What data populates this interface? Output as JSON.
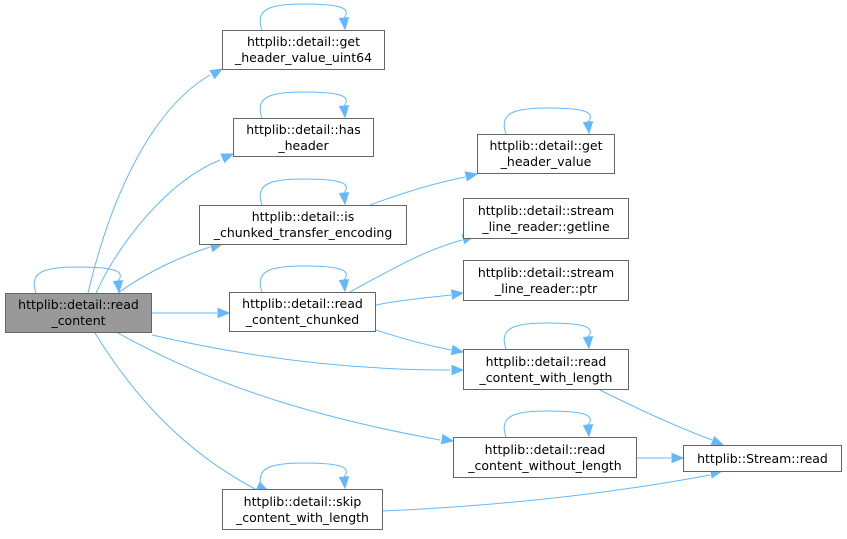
{
  "diagram": {
    "type": "call-graph",
    "edge_color": "#63b8ff",
    "nodes": [
      {
        "id": "read_content",
        "line1": "httplib::detail::read",
        "line2": "_content",
        "root": true
      },
      {
        "id": "get_header_value_uint64",
        "line1": "httplib::detail::get",
        "line2": "_header_value_uint64"
      },
      {
        "id": "has_header",
        "line1": "httplib::detail::has",
        "line2": "_header"
      },
      {
        "id": "is_chunked_transfer_encoding",
        "line1": "httplib::detail::is",
        "line2": "_chunked_transfer_encoding"
      },
      {
        "id": "get_header_value",
        "line1": "httplib::detail::get",
        "line2": "_header_value"
      },
      {
        "id": "read_content_chunked",
        "line1": "httplib::detail::read",
        "line2": "_content_chunked"
      },
      {
        "id": "stream_line_reader_getline",
        "line1": "httplib::detail::stream",
        "line2": "_line_reader::getline"
      },
      {
        "id": "stream_line_reader_ptr",
        "line1": "httplib::detail::stream",
        "line2": "_line_reader::ptr"
      },
      {
        "id": "read_content_with_length",
        "line1": "httplib::detail::read",
        "line2": "_content_with_length"
      },
      {
        "id": "read_content_without_length",
        "line1": "httplib::detail::read",
        "line2": "_content_without_length"
      },
      {
        "id": "skip_content_with_length",
        "line1": "httplib::detail::skip",
        "line2": "_content_with_length"
      },
      {
        "id": "stream_read",
        "line1": "httplib::Stream::read",
        "line2": ""
      }
    ],
    "edges": [
      {
        "from": "read_content",
        "to": "get_header_value_uint64"
      },
      {
        "from": "read_content",
        "to": "has_header"
      },
      {
        "from": "read_content",
        "to": "is_chunked_transfer_encoding"
      },
      {
        "from": "read_content",
        "to": "read_content_chunked"
      },
      {
        "from": "read_content",
        "to": "read_content_with_length"
      },
      {
        "from": "read_content",
        "to": "read_content_without_length"
      },
      {
        "from": "read_content",
        "to": "skip_content_with_length"
      },
      {
        "from": "is_chunked_transfer_encoding",
        "to": "get_header_value"
      },
      {
        "from": "read_content_chunked",
        "to": "stream_line_reader_getline"
      },
      {
        "from": "read_content_chunked",
        "to": "stream_line_reader_ptr"
      },
      {
        "from": "read_content_chunked",
        "to": "read_content_with_length"
      },
      {
        "from": "read_content_with_length",
        "to": "stream_read"
      },
      {
        "from": "read_content_without_length",
        "to": "stream_read"
      },
      {
        "from": "skip_content_with_length",
        "to": "stream_read"
      }
    ],
    "self_loops": [
      "read_content",
      "get_header_value_uint64",
      "has_header",
      "is_chunked_transfer_encoding",
      "get_header_value",
      "read_content_chunked",
      "read_content_with_length",
      "read_content_without_length",
      "skip_content_with_length"
    ]
  }
}
